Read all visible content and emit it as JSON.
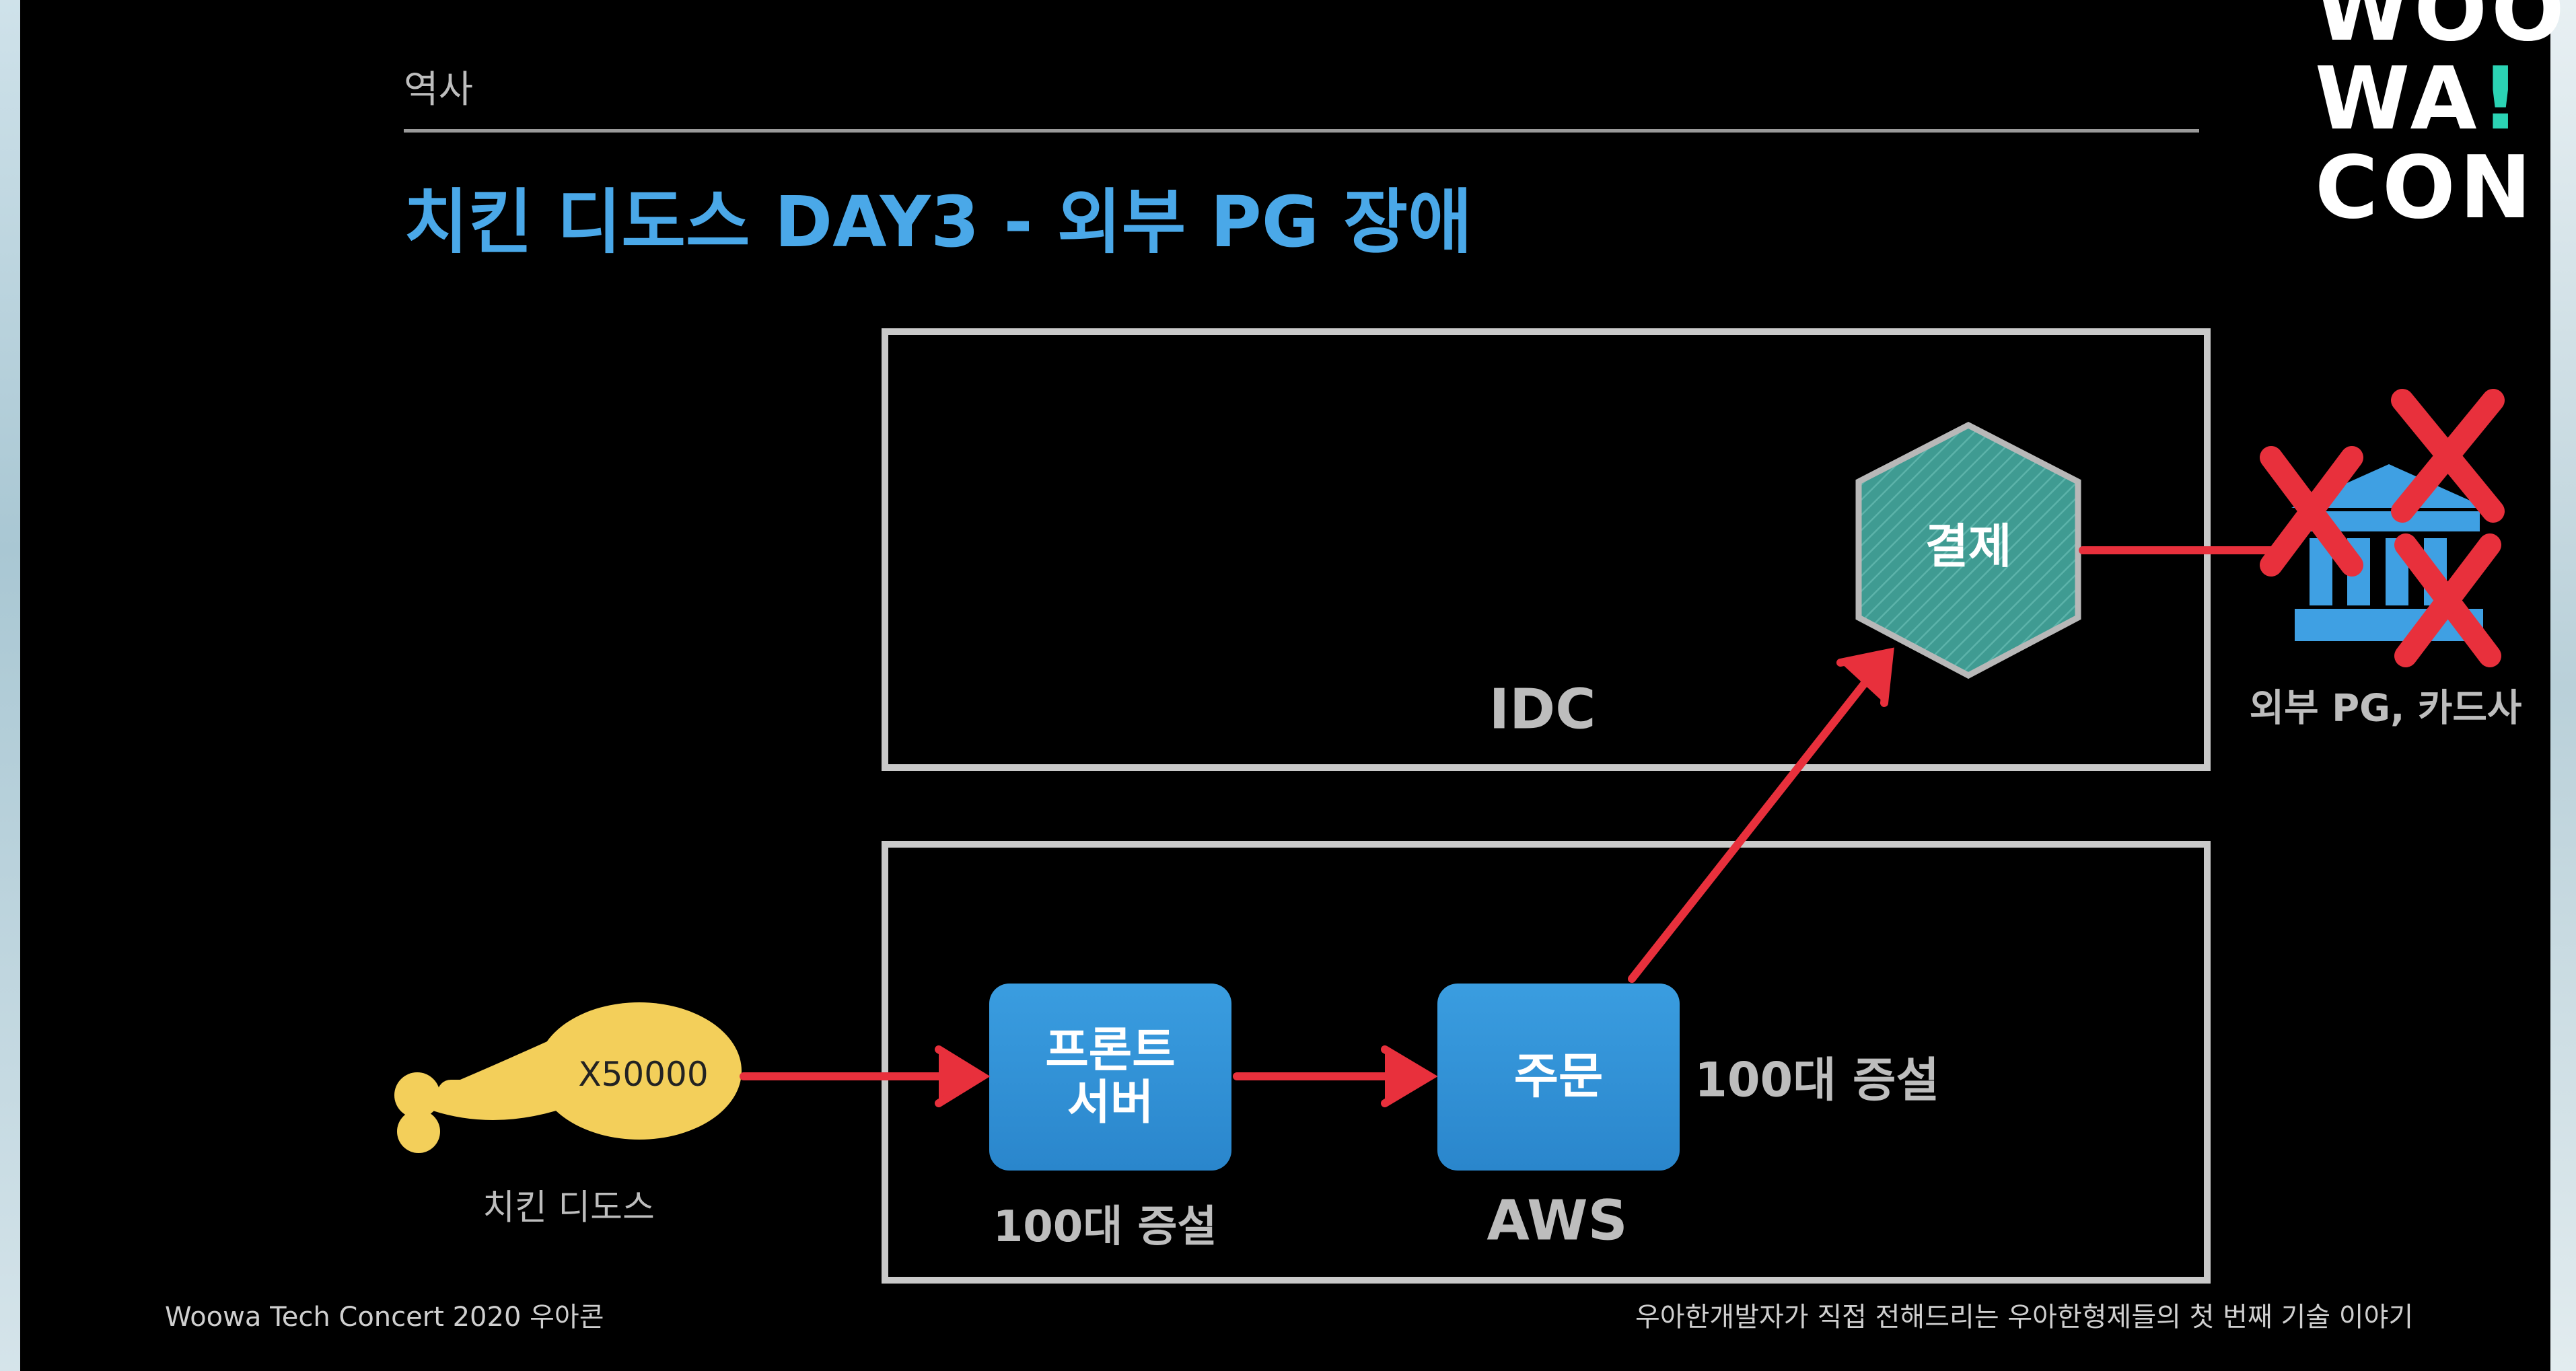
{
  "slide": {
    "section": "역사",
    "title": "치킨 디도스 DAY3 - 외부 PG 장애"
  },
  "diagram": {
    "zones": {
      "idc": "IDC",
      "aws": "AWS"
    },
    "nodes": {
      "chicken_badge": "X50000",
      "chicken_label": "치킨 디도스",
      "front_server_line1": "프론트",
      "front_server_line2": "서버",
      "front_server_scale": "100대 증설",
      "order": "주문",
      "order_scale": "100대 증설",
      "payment": "결제",
      "external_pg": "외부 PG, 카드사"
    },
    "colors": {
      "accent_blue": "#4aa8e8",
      "server_blue": "#2f8fd6",
      "payment_teal": "#3f9b92",
      "arrow_red": "#e8303c",
      "chicken_yellow": "#f3cf5a"
    }
  },
  "footer": {
    "left": "Woowa Tech Concert  2020 우아콘",
    "right": "우아한개발자가 직접 전해드리는 우아한형제들의 첫 번째 기술 이야기"
  },
  "logo": {
    "line1": "WOO",
    "line2": "WA",
    "line2_mark": "!",
    "line3": "CON"
  }
}
